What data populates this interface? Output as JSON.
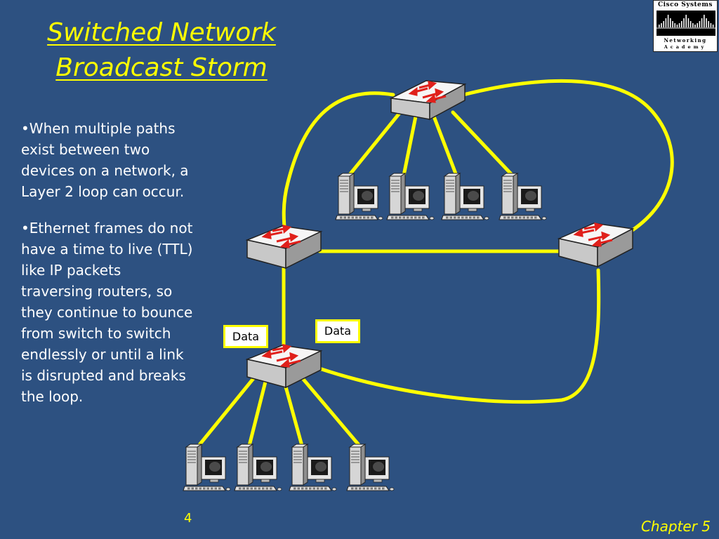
{
  "slide": {
    "title_line1": "Switched Network",
    "title_line2": "Broadcast Storm",
    "bullets": [
      "•When multiple paths exist between two devices on a network, a Layer 2 loop can occur.",
      "•Ethernet frames do not have a time to live (TTL) like IP packets traversing routers, so they continue to bounce from switch to switch endlessly or until a link is disrupted and breaks the loop."
    ],
    "page_number": "4",
    "chapter": "Chapter 5"
  },
  "logo": {
    "top_text": "Cisco Systems",
    "middle_text": "Networking",
    "bottom_text": "Academy"
  },
  "diagram": {
    "data_labels": [
      "Data",
      "Data"
    ],
    "icons": {
      "switch": "switch-icon",
      "computer": "computer-icon"
    },
    "colors": {
      "background": "#2d5181",
      "link": "#ffff00",
      "switch_body": "#f2f2f2",
      "switch_arrows": "#e0201b",
      "title": "#ffff00",
      "text": "#ffffff"
    }
  }
}
